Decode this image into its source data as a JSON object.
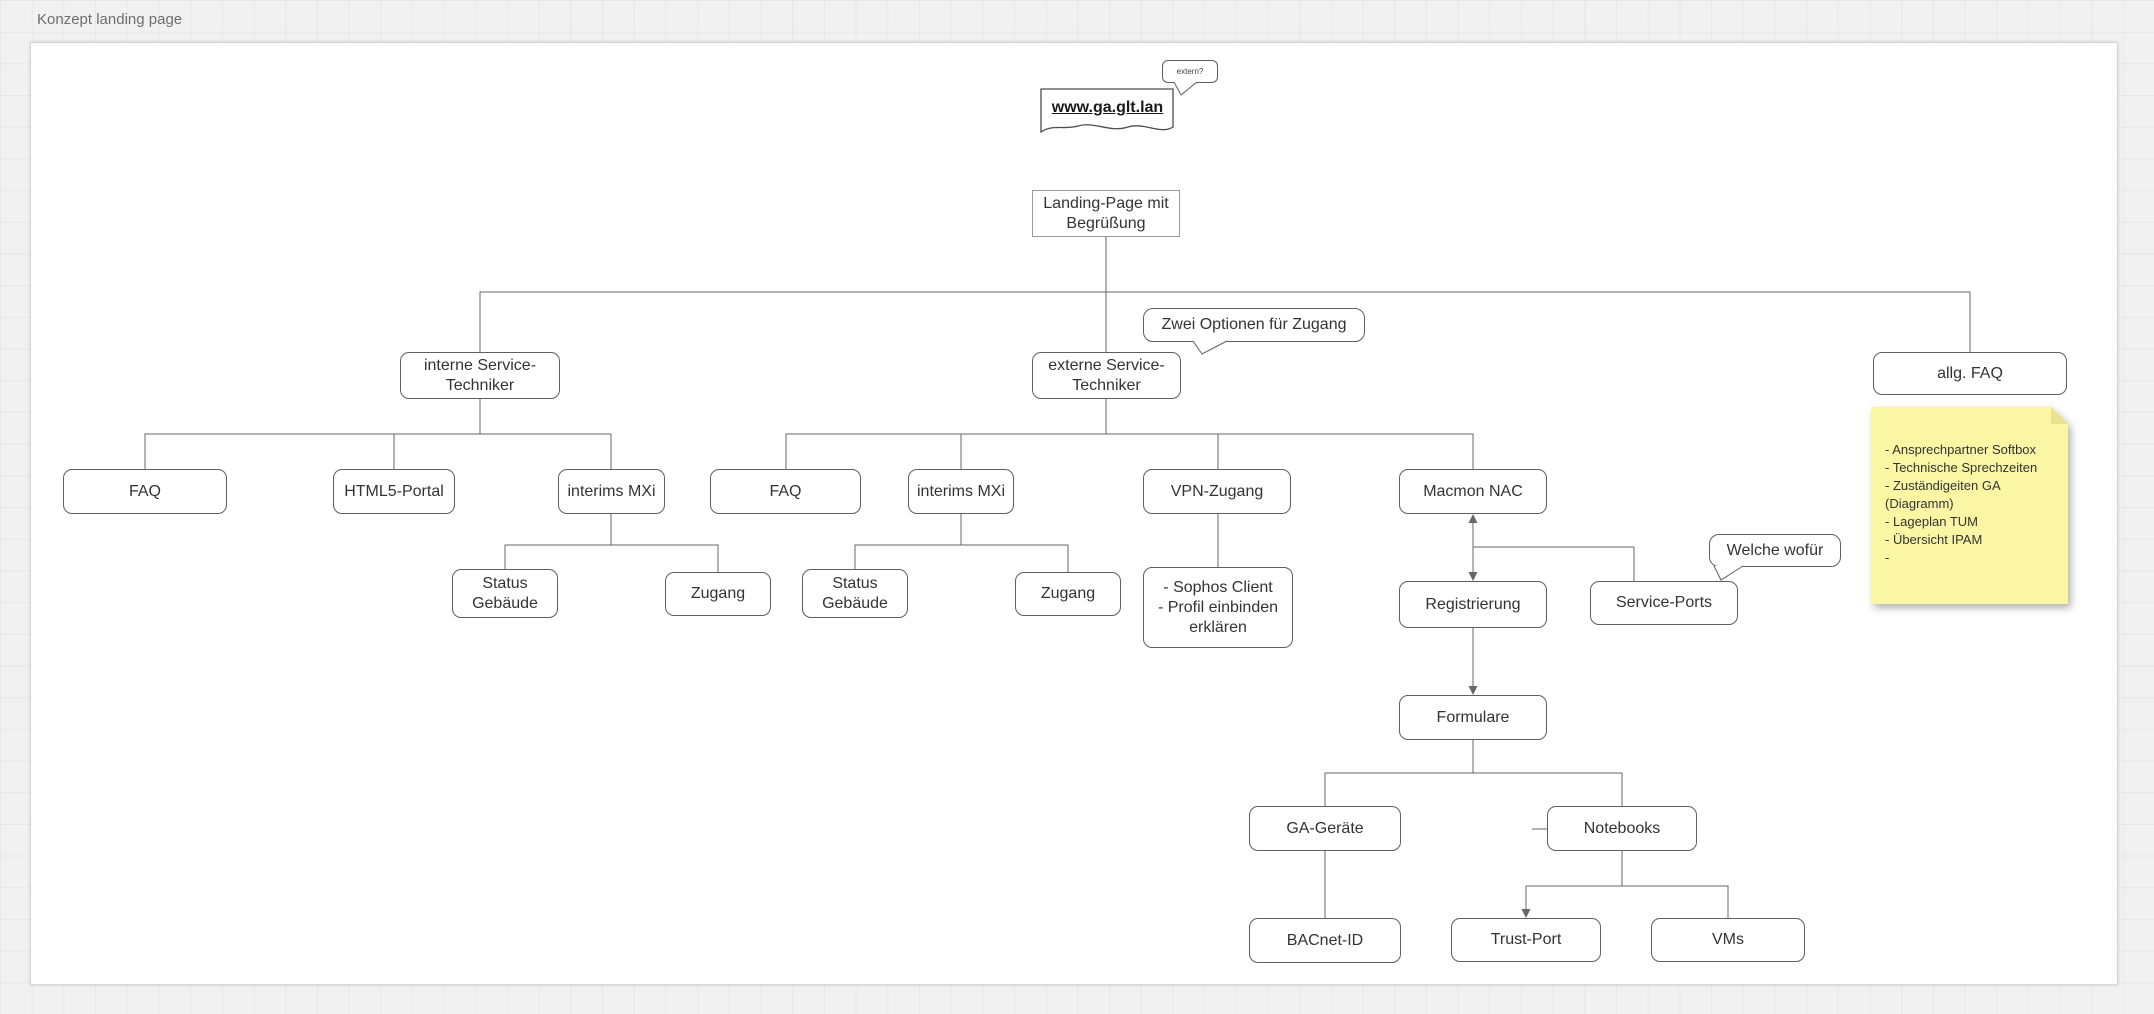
{
  "editor": {
    "page_title": "Konzept landing page"
  },
  "diagram": {
    "url_label": "www.ga.glt.lan",
    "bubbles": {
      "extern": "extern?",
      "zwei_optionen": "Zwei Optionen für Zugang",
      "welche_wofuer": "Welche wofür"
    },
    "nodes": {
      "landing": "Landing-Page mit Begrüßung",
      "interne": "interne Service-Techniker",
      "externe": "externe Service-Techniker",
      "allg_faq": "allg. FAQ",
      "faq_intern": "FAQ",
      "html5_portal": "HTML5-Portal",
      "interims_mxi_intern": "interims MXi",
      "status_gebaeude_intern": "Status Gebäude",
      "zugang_intern": "Zugang",
      "faq_extern": "FAQ",
      "interims_mxi_extern": "interims MXi",
      "status_gebaeude_extern": "Status Gebäude",
      "zugang_extern": "Zugang",
      "vpn_zugang": "VPN-Zugang",
      "sophos": "- Sophos Client\n- Profil einbinden erklären",
      "macmon_nac": "Macmon NAC",
      "registrierung": "Registrierung",
      "service_ports": "Service-Ports",
      "formulare": "Formulare",
      "ga_geraete": "GA-Geräte",
      "notebooks": "Notebooks",
      "bacnet_id": "BACnet-ID",
      "trust_port": "Trust-Port",
      "vms": "VMs"
    },
    "note": "- Ansprechpartner Softbox\n- Technische Sprechzeiten\n- Zuständigeiten GA (Diagramm)\n- Lageplan TUM\n- Übersicht IPAM\n-",
    "colors": {
      "note_fill": "#fbf6a4",
      "connector": "#676767",
      "box_border": "#5f5f5f",
      "text": "#333333",
      "canvas_bg": "#ffffff",
      "workspace_bg": "#f1f1f2"
    }
  }
}
